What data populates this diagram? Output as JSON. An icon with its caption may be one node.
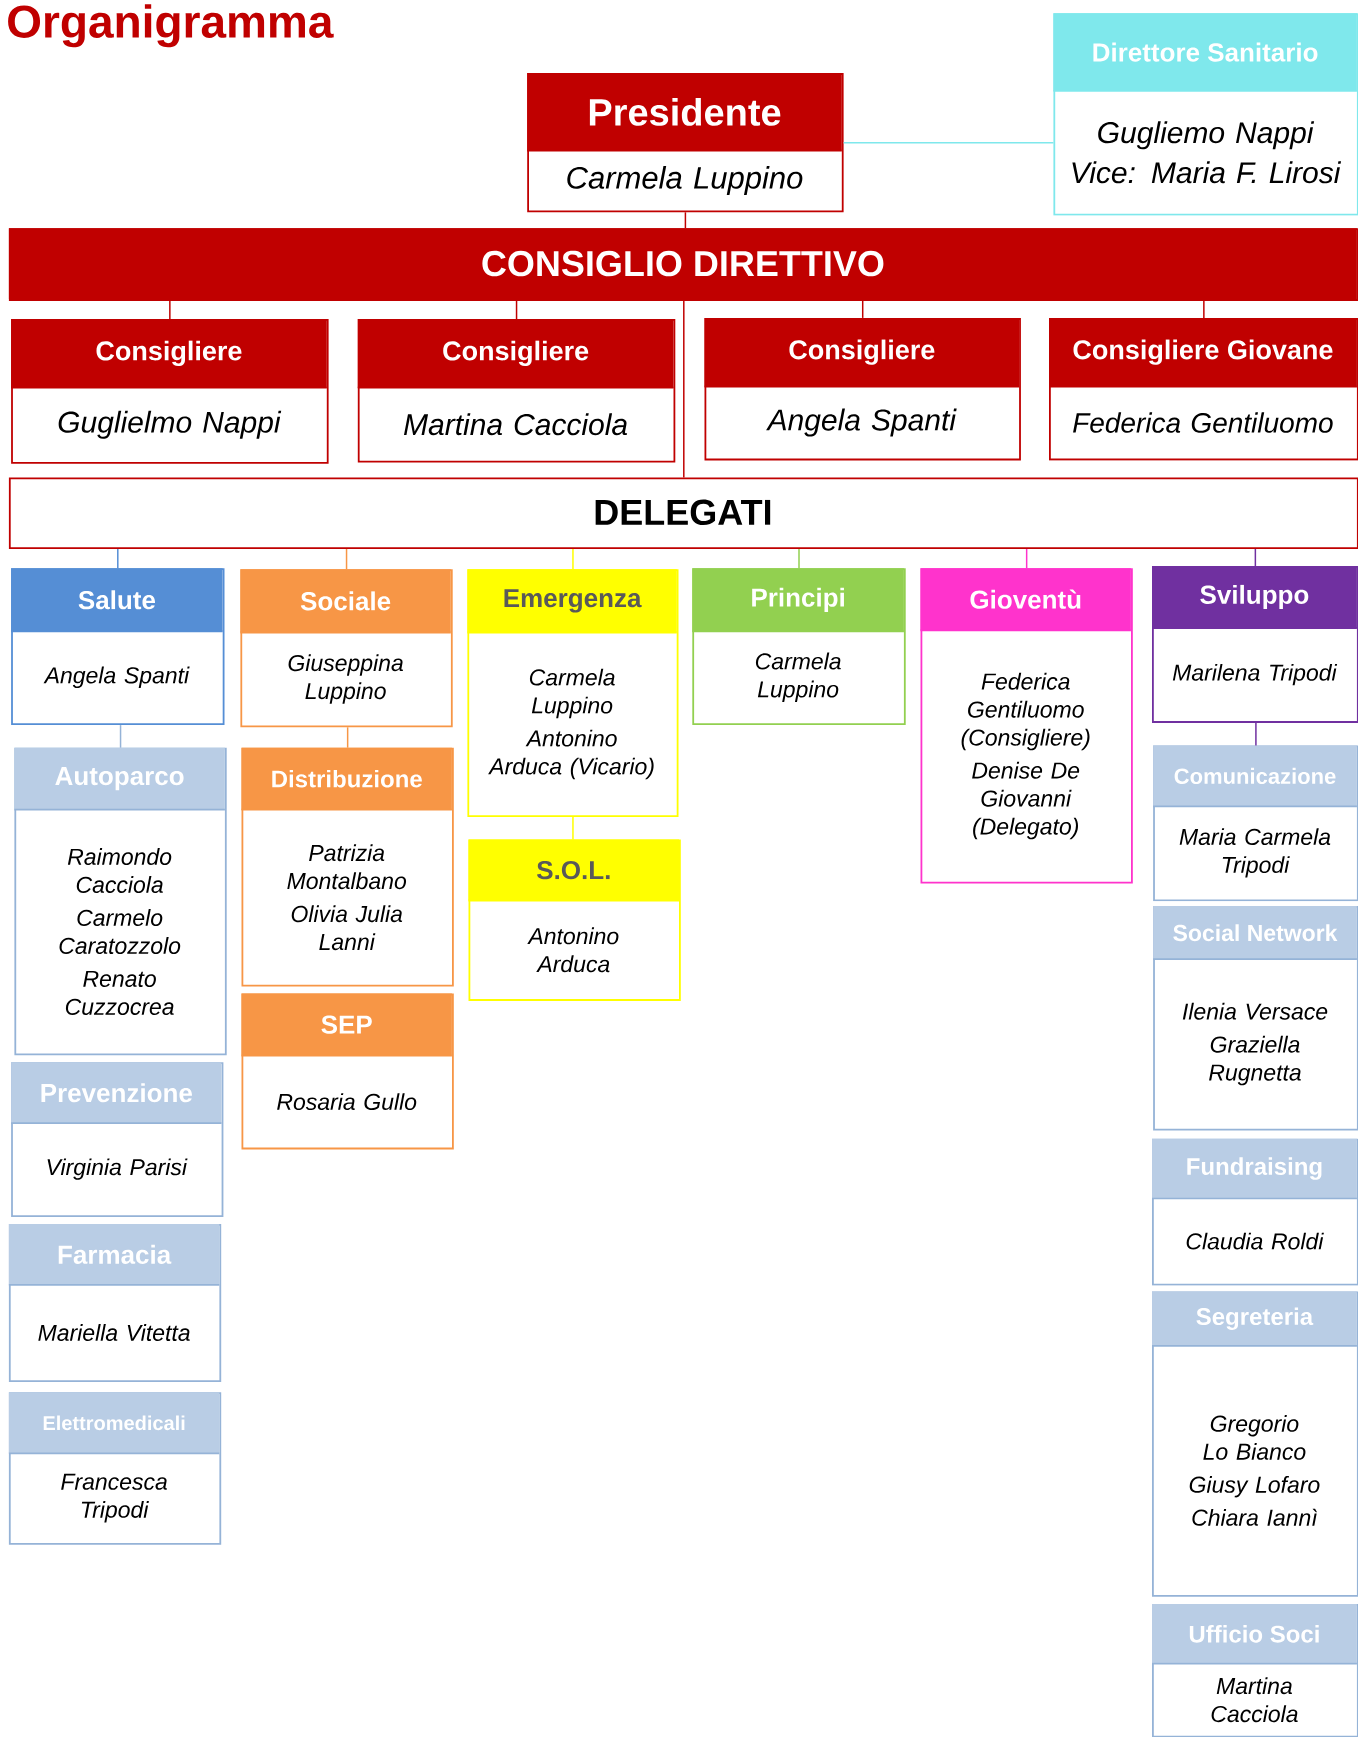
{
  "diagram": {
    "title": "Organigramma",
    "nodes": [
      {
        "text": [
          "Presidente",
          "Carmela Luppino"
        ]
      },
      {
        "text": [
          "Direttore Sanitario",
          "Gugliemo Nappi",
          "Vice: Maria F. Lirosi"
        ]
      },
      {
        "text": [
          "CONSIGLIO DIRETTIVO"
        ]
      },
      {
        "text": [
          "Consigliere",
          "Guglielmo Nappi"
        ]
      },
      {
        "text": [
          "Consigliere",
          "Martina Cacciola"
        ]
      },
      {
        "text": [
          "Consigliere",
          "Angela Spanti"
        ]
      },
      {
        "text": [
          "Consigliere Giovane",
          "Federica Gentiluomo"
        ]
      },
      {
        "text": [
          "DELEGATI"
        ]
      },
      {
        "text": [
          "Salute",
          "Angela Spanti"
        ]
      },
      {
        "text": [
          "Autoparco",
          "Raimondo Cacciola",
          "Carmelo Caratozzolo",
          "Renato Cuzzocrea"
        ]
      },
      {
        "text": [
          "Prevenzione",
          "Virginia Parisi"
        ]
      },
      {
        "text": [
          "Farmacia",
          "Mariella Vitetta"
        ]
      },
      {
        "text": [
          "Elettromedicali",
          "Francesca Tripodi"
        ]
      },
      {
        "text": [
          "Sociale",
          "Giuseppina Luppino"
        ]
      },
      {
        "text": [
          "Distribuzione",
          "Patrizia Montalbano",
          "Olivia Julia Lanni"
        ]
      },
      {
        "text": [
          "SEP",
          "Rosaria Gullo"
        ]
      },
      {
        "text": [
          "Emergenza",
          "Carmela Luppino",
          "Antonino Arduca (Vicario)"
        ]
      },
      {
        "text": [
          "S.O.L.",
          "Antonino Arduca"
        ]
      },
      {
        "text": [
          "Principi",
          "Carmela Luppino"
        ]
      },
      {
        "text": [
          "Gioventù",
          "Federica Gentiluomo (Consigliere)",
          "Denise De Giovanni (Delegato)"
        ]
      },
      {
        "text": [
          "Sviluppo",
          "Marilena Tripodi"
        ]
      },
      {
        "text": [
          "Comunicazione",
          "Maria Carmela Tripodi"
        ]
      },
      {
        "text": [
          "Social Network",
          "Ilenia Versace",
          "Graziella Rugnetta"
        ]
      },
      {
        "text": [
          "Fundraising",
          "Claudia Roldi"
        ]
      },
      {
        "text": [
          "Segreteria",
          "Gregorio Lo Bianco",
          "Giusy Lofaro",
          "Chiara Iannì"
        ]
      },
      {
        "text": [
          "Ufficio Soci",
          "Martina Cacciola"
        ]
      }
    ],
    "edges": [
      {
        "from": 0,
        "to": 1,
        "arrow": "none",
        "color": "#7fe8ec"
      },
      {
        "from": 0,
        "to": 2,
        "arrow": "none"
      },
      {
        "from": 2,
        "to": 3,
        "arrow": "none"
      },
      {
        "from": 2,
        "to": 4,
        "arrow": "none"
      },
      {
        "from": 2,
        "to": 5,
        "arrow": "none"
      },
      {
        "from": 2,
        "to": 6,
        "arrow": "none"
      },
      {
        "from": 2,
        "to": 7,
        "arrow": "none"
      },
      {
        "from": 7,
        "to": 8,
        "arrow": "none",
        "color": "#558ed5"
      },
      {
        "from": 7,
        "to": 13,
        "arrow": "none",
        "color": "#f79646"
      },
      {
        "from": 7,
        "to": 16,
        "arrow": "none",
        "color": "#ffff00"
      },
      {
        "from": 7,
        "to": 18,
        "arrow": "none",
        "color": "#92d050"
      },
      {
        "from": 7,
        "to": 19,
        "arrow": "none",
        "color": "#ff33cc"
      },
      {
        "from": 7,
        "to": 20,
        "arrow": "none",
        "color": "#7030a0"
      },
      {
        "from": 8,
        "to": 9,
        "arrow": "none",
        "color": "#95b3d7"
      },
      {
        "from": 13,
        "to": 14,
        "arrow": "none",
        "color": "#f79646"
      },
      {
        "from": 16,
        "to": 17,
        "arrow": "none",
        "color": "#ffff00"
      },
      {
        "from": 20,
        "to": 21,
        "arrow": "none",
        "color": "#7030a0"
      }
    ]
  }
}
